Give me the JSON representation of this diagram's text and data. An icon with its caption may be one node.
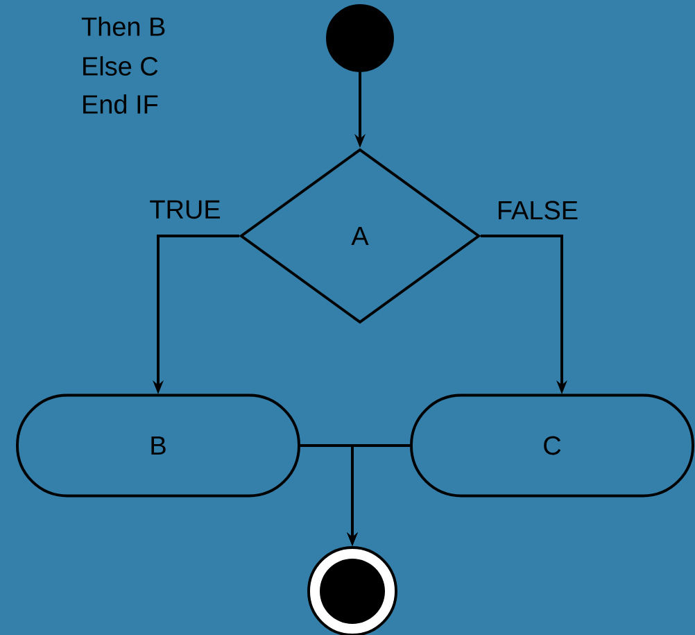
{
  "diagram": {
    "nodes": [
      {
        "text": [],
        "shape": "circle"
      },
      {
        "text": [
          "A"
        ]
      },
      {
        "text": [
          "B"
        ]
      },
      {
        "text": [
          "C"
        ]
      },
      {
        "text": [],
        "shape": "circle"
      }
    ],
    "edges": [
      {
        "from": 0,
        "to": 1,
        "arrow": "to"
      },
      {
        "from": 1,
        "to": 2,
        "arrow": "to",
        "label": "TRUE"
      },
      {
        "from": 1,
        "to": 3,
        "arrow": "to",
        "label": "FALSE"
      },
      {
        "from": 2,
        "to": 4,
        "arrow": "to"
      },
      {
        "from": 3,
        "to": 4,
        "arrow": "to"
      }
    ],
    "labels": [
      "Then B",
      "Else C",
      "End IF"
    ]
  }
}
